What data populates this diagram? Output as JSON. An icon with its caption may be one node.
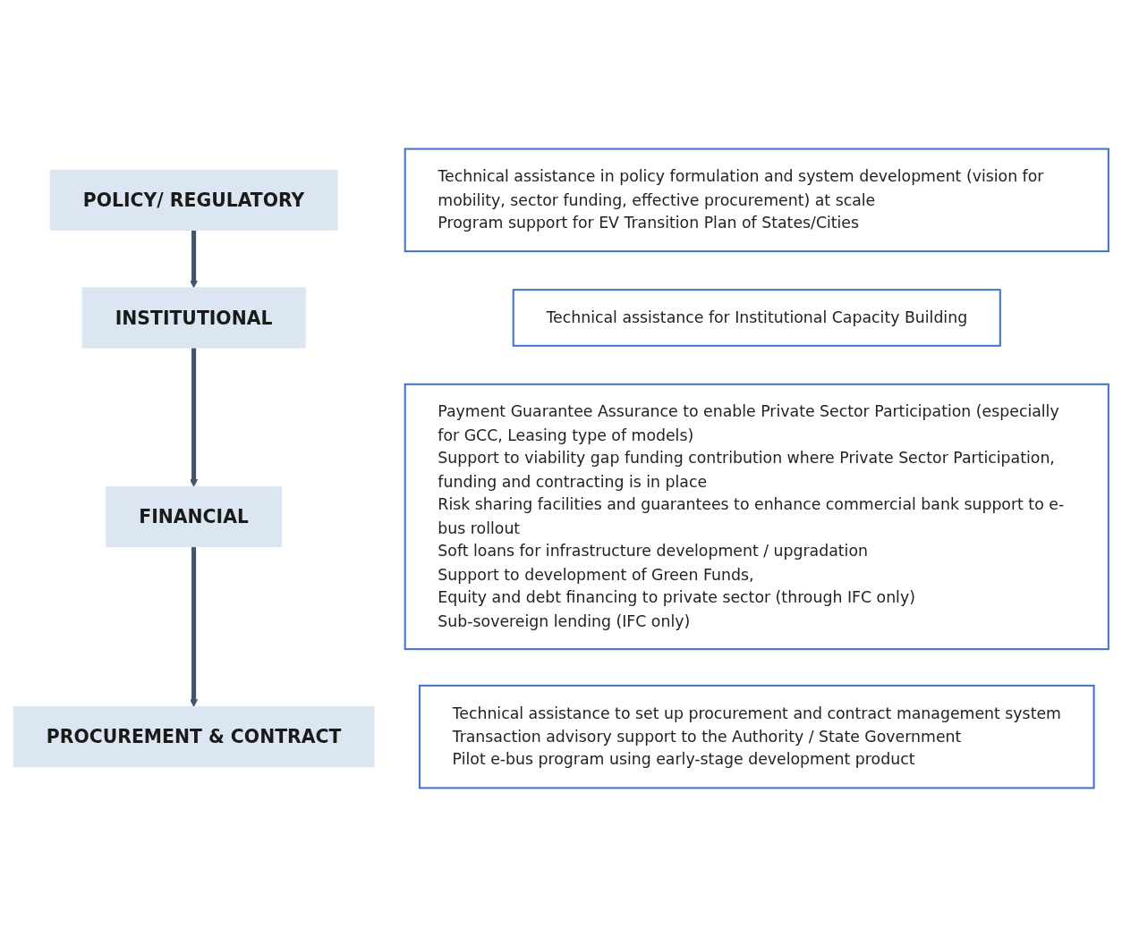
{
  "diagram": {
    "nodes": [
      {
        "text": [
          "POLICY/ REGULATORY"
        ]
      },
      {
        "text": [
          "Technical assistance in policy formulation and system development (vision for mobility, sector funding, effective procurement) at scale",
          "Program support for EV Transition Plan of States/Cities"
        ]
      },
      {
        "text": [
          "INSTITUTIONAL"
        ]
      },
      {
        "text": [
          "Technical assistance for Institutional Capacity Building"
        ]
      },
      {
        "text": [
          "FINANCIAL"
        ]
      },
      {
        "text": [
          "Payment Guarantee Assurance to enable Private Sector Participation (especially for GCC, Leasing type of models)",
          "Support to viability gap funding contribution where Private Sector Participation, funding and contracting is in place",
          "Risk sharing facilities and guarantees to enhance commercial bank support to e-bus rollout",
          "Soft loans for infrastructure development / upgradation",
          "Support to development of Green Funds,",
          "Equity and debt financing to private sector (through IFC only)",
          "Sub-sovereign lending (IFC only)"
        ]
      },
      {
        "text": [
          "PROCUREMENT & CONTRACT"
        ]
      },
      {
        "text": [
          "Technical assistance to set up procurement and contract management system",
          "Transaction advisory support to the Authority / State Government",
          "Pilot e-bus program using early-stage development product"
        ]
      }
    ],
    "edges": [
      {
        "from": 0,
        "to": 2,
        "arrow": "to"
      },
      {
        "from": 2,
        "to": 4,
        "arrow": "to"
      },
      {
        "from": 4,
        "to": 6,
        "arrow": "to"
      }
    ]
  }
}
